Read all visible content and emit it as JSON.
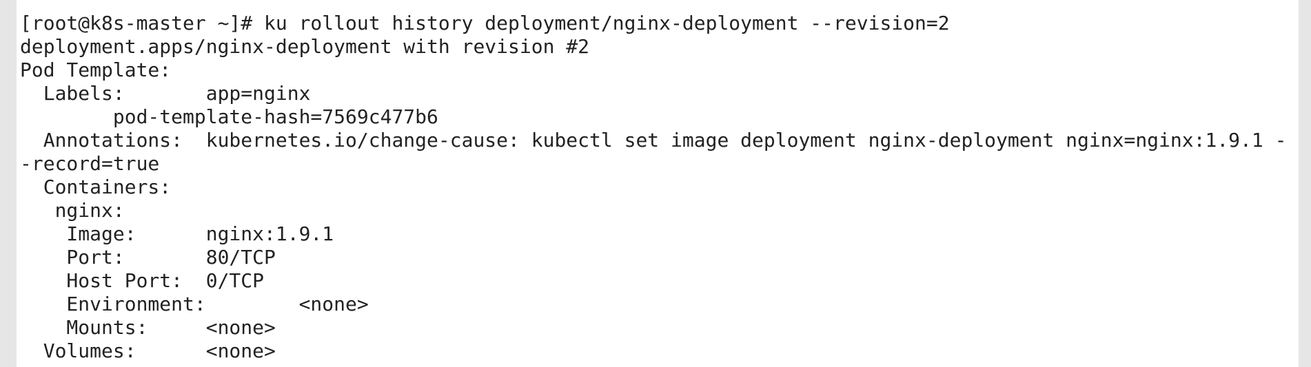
{
  "terminal": {
    "lines": [
      "[root@k8s-master ~]# ku rollout history deployment/nginx-deployment --revision=2",
      "deployment.apps/nginx-deployment with revision #2",
      "Pod Template:",
      "  Labels:       app=nginx",
      "        pod-template-hash=7569c477b6",
      "  Annotations:  kubernetes.io/change-cause: kubectl set image deployment nginx-deployment nginx=nginx:1.9.1 -",
      "-record=true",
      "  Containers:",
      "   nginx:",
      "    Image:      nginx:1.9.1",
      "    Port:       80/TCP",
      "    Host Port:  0/TCP",
      "    Environment:        <none>",
      "    Mounts:     <none>",
      "  Volumes:      <none>"
    ]
  }
}
